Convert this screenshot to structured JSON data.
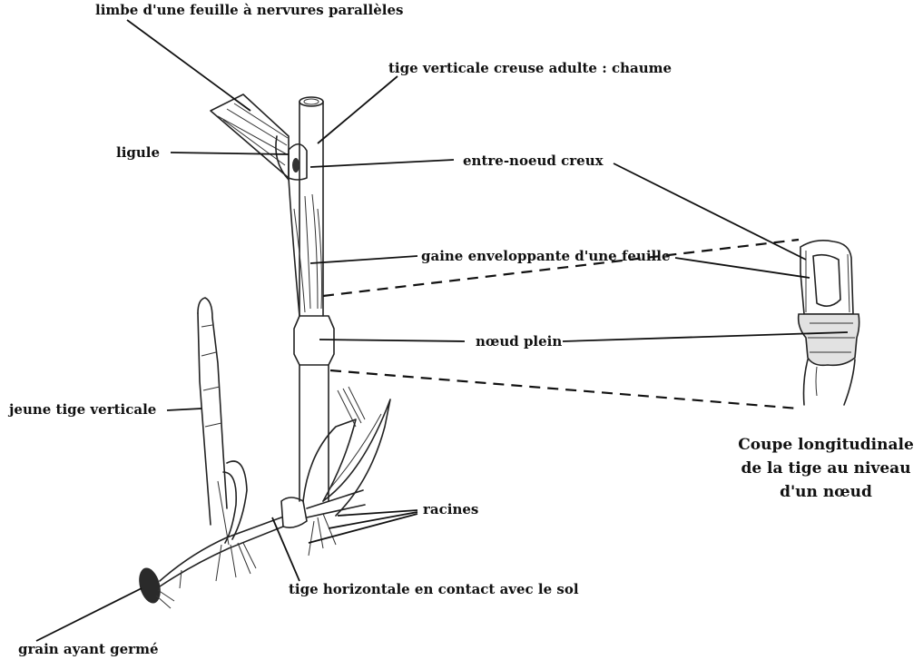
{
  "labels": {
    "limbe": "limbe d'une feuille à nervures parallèles",
    "chaume": "tige verticale creuse adulte : chaume",
    "ligule": "ligule",
    "entre_noeud": "entre-noeud creux",
    "gaine": "gaine enveloppante d'une feuille",
    "noeud": "nœud plein",
    "jeune_tige": "jeune tige verticale",
    "racines": "racines",
    "tige_horizontale": "tige horizontale en contact avec le sol",
    "grain": "grain ayant germé"
  },
  "caption": {
    "line1": "Coupe longitudinale",
    "line2": "de la tige au niveau",
    "line3": "d'un nœud"
  }
}
